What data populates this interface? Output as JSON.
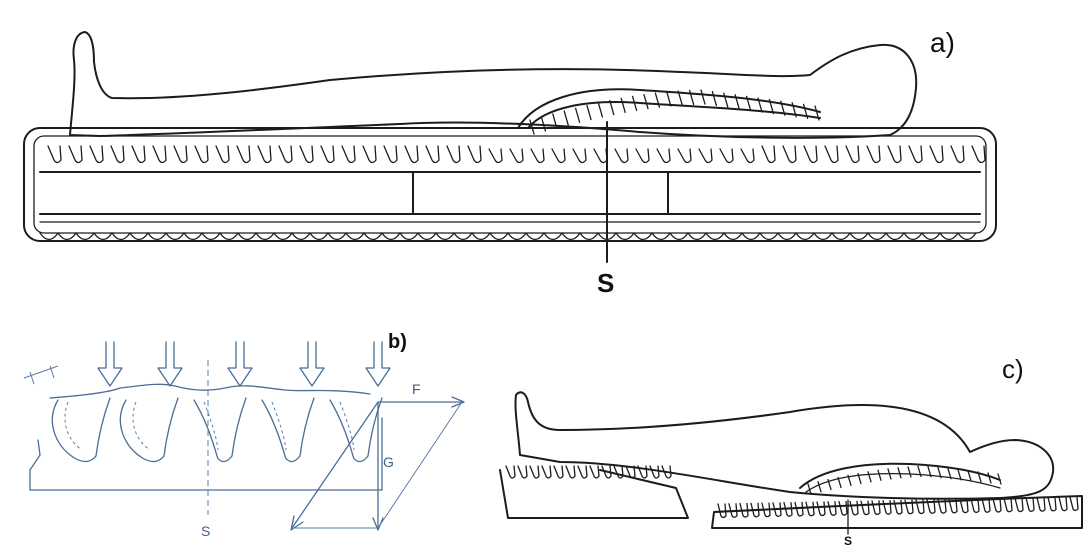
{
  "panels": {
    "a": {
      "label": "a)",
      "axis_label": "S"
    },
    "b": {
      "label": "b)",
      "axis_label": "S",
      "force_labels": [
        "F",
        "G"
      ]
    },
    "c": {
      "label": "c)",
      "axis_label": "S"
    }
  },
  "colors": {
    "ink": "#1c1c1c",
    "sketch_blue": "#4a6e96"
  }
}
